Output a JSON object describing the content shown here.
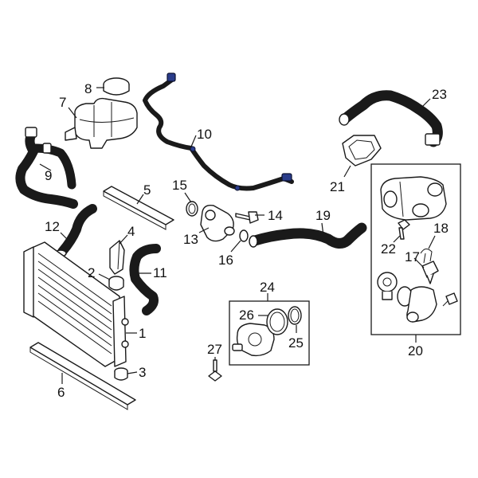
{
  "diagram": {
    "highlight_color": "#1f2f6e",
    "line_color": "#1a1a1a",
    "background": "#ffffff",
    "callouts": [
      {
        "id": "1",
        "label": "1"
      },
      {
        "id": "2",
        "label": "2"
      },
      {
        "id": "3",
        "label": "3"
      },
      {
        "id": "4",
        "label": "4"
      },
      {
        "id": "5",
        "label": "5"
      },
      {
        "id": "6",
        "label": "6"
      },
      {
        "id": "7",
        "label": "7"
      },
      {
        "id": "8",
        "label": "8"
      },
      {
        "id": "9",
        "label": "9"
      },
      {
        "id": "10",
        "label": "10"
      },
      {
        "id": "11",
        "label": "11"
      },
      {
        "id": "12",
        "label": "12"
      },
      {
        "id": "13",
        "label": "13"
      },
      {
        "id": "14",
        "label": "14"
      },
      {
        "id": "15",
        "label": "15"
      },
      {
        "id": "16",
        "label": "16"
      },
      {
        "id": "17",
        "label": "17"
      },
      {
        "id": "18",
        "label": "18"
      },
      {
        "id": "19",
        "label": "19"
      },
      {
        "id": "20",
        "label": "20"
      },
      {
        "id": "21",
        "label": "21"
      },
      {
        "id": "22",
        "label": "22"
      },
      {
        "id": "23",
        "label": "23"
      },
      {
        "id": "24",
        "label": "24"
      },
      {
        "id": "25",
        "label": "25"
      },
      {
        "id": "26",
        "label": "26"
      },
      {
        "id": "27",
        "label": "27"
      }
    ]
  }
}
